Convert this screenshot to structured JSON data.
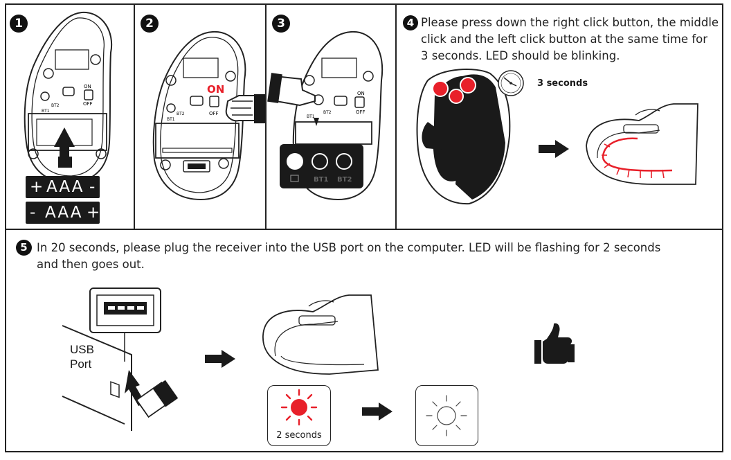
{
  "steps": [
    {
      "number": "1"
    },
    {
      "number": "2",
      "switch_label": "ON",
      "switch_on": "ON",
      "switch_off": "OFF",
      "bt1": "BT1",
      "bt2": "BT2"
    },
    {
      "number": "3",
      "bt1": "BT1",
      "bt2": "BT2",
      "switch_on": "ON",
      "switch_off": "OFF"
    },
    {
      "number": "4",
      "text_lines": [
        "Please press down the right click button, the middle",
        "click and the left click button at the same time for",
        "3 seconds. LED should be blinking."
      ],
      "timer_label": "3 seconds"
    },
    {
      "number": "5",
      "text_lines": [
        "In 20 seconds, please plug the receiver into the USB port on the computer. LED will be flashing for 2 seconds",
        "and then goes out."
      ],
      "usb_label_1": "USB",
      "usb_label_2": "Port",
      "flash_label": "2 seconds"
    }
  ],
  "step1": {
    "on": "ON",
    "off": "OFF",
    "bt2": "BT2",
    "bt1": "BT1",
    "battery_1": "AAA",
    "battery_2": "AAA",
    "plus": "+",
    "minus": "-"
  },
  "colors": {
    "accent_red": "#e8202a",
    "ink": "#1a1a1a"
  }
}
